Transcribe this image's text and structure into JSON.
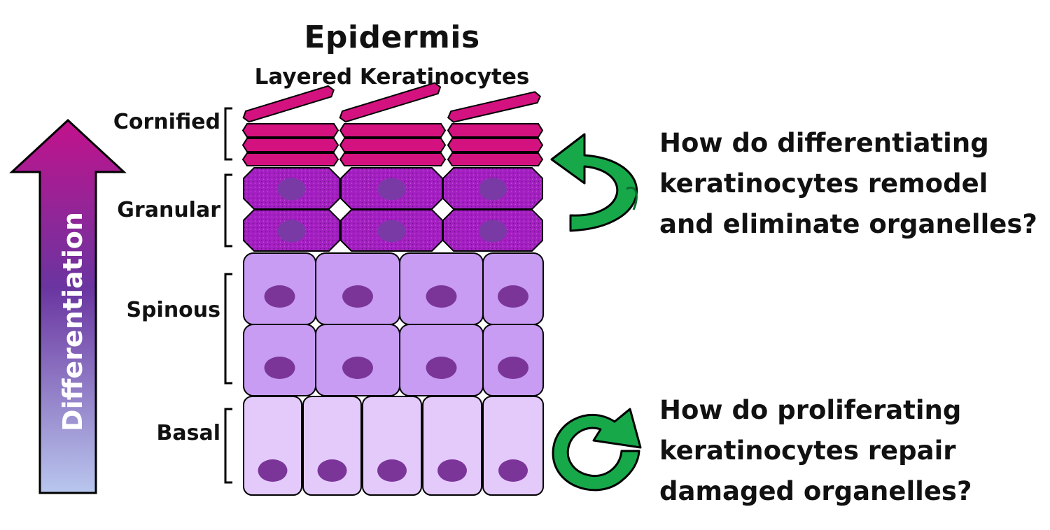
{
  "title": "Epidermis",
  "subtitle": "Layered Keratinocytes",
  "axis_label": "Differentiation",
  "layers": {
    "cornified": "Cornified",
    "granular": "Granular",
    "spinous": "Spinous",
    "basal": "Basal"
  },
  "questions": {
    "upper": [
      "How do differentiating",
      "keratinocytes remodel",
      "and eliminate organelles?"
    ],
    "lower": [
      "How do proliferating",
      "keratinocytes repair",
      "damaged organelles?"
    ]
  },
  "colors": {
    "cornified": "#d4127f",
    "granular": "#a41fc2",
    "granular_nucleus": "#7a3aa6",
    "spinous": "#c79cf2",
    "basal": "#e4cafb",
    "nucleus": "#7b3599",
    "arrow_green": "#17a84a",
    "arrow_top": "#c2128c",
    "arrow_mid": "#6a35a0",
    "arrow_bottom": "#b9c7ee"
  }
}
